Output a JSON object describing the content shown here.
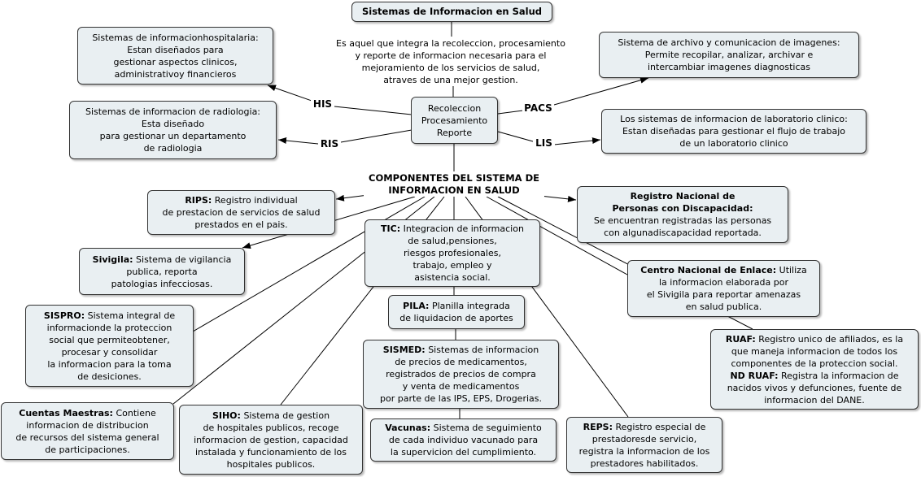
{
  "title": "Sistemas de Informacion en Salud",
  "definition": [
    "Es aquel que integra la recoleccion, procesamiento",
    "y reporte de informacion necesaria para el",
    "mejoramiento de los servicios de salud,",
    "atraves de una mejor gestion."
  ],
  "center_node": [
    "Recoleccion",
    "Procesamiento",
    "Reporte"
  ],
  "edge_labels": {
    "his": "HIS",
    "pacs": "PACS",
    "ris": "RIS",
    "lis": "LIS"
  },
  "systems": {
    "his": [
      "Sistemas de informacionhospitalaria:",
      "Estan diseñados para",
      "gestionar aspectos clinicos,",
      "administrativoy financieros"
    ],
    "ris": [
      "Sistemas de informacion de radiologia:",
      "Esta diseñado",
      "para gestionar un departamento",
      "de radiologia"
    ],
    "pacs": [
      "Sistema de archivo y comunicacion de imagenes:",
      "Permite recopilar, analizar, archivar e",
      "intercambiar imagenes diagnosticas"
    ],
    "lis": [
      "Los sistemas de informacion de laboratorio clinico:",
      "Estan diseñadas para gestionar el flujo de trabajo",
      "de un laboratorio clinico"
    ]
  },
  "components_heading": [
    "COMPONENTES DEL SISTEMA DE",
    "INFORMACION EN SALUD"
  ],
  "components": {
    "rips": {
      "lead": "RIPS:",
      "lines": [
        "Registro individual",
        "de prestacion de servicios de salud",
        "prestados en el pais."
      ]
    },
    "registro_nacional": {
      "heading": [
        "Registro Nacional de",
        "Personas con Discapacidad:"
      ],
      "lines": [
        "Se encuentran registradas las personas",
        "con algunadiscapacidad reportada."
      ]
    },
    "sivigila": {
      "lead": "Sivigila:",
      "lines": [
        "Sistema de vigilancia",
        "publica, reporta",
        "patologias infecciosas."
      ]
    },
    "tic": {
      "lead": "TIC:",
      "lines": [
        "Integracion de informacion",
        "de salud,pensiones,",
        "riesgos profesionales,",
        "trabajo, empleo y",
        "asistencia social."
      ]
    },
    "centro_nacional": {
      "lead": "Centro Nacional de Enlace:",
      "lines": [
        "Utiliza",
        "la informacion elaborada por",
        "el Sivigila para reportar amenazas",
        "en salud publica."
      ]
    },
    "sispro": {
      "lead": "SISPRO:",
      "lines": [
        "Sistema integral de",
        "informacionde la proteccion",
        "social que permiteobtener,",
        "procesar y consolidar",
        "la informacion para la toma",
        "de desiciones."
      ]
    },
    "pila": {
      "lead": "PILA:",
      "lines": [
        "Planilla integrada",
        "de liquidacion de aportes"
      ]
    },
    "ruaf": {
      "lead": "RUAF:",
      "lines": [
        "Registro unico de afiliados, es la",
        "que maneja informacion de todos los",
        "componentes de la proteccion social."
      ],
      "lead2": "ND RUAF:",
      "lines2": [
        "Registra la informacion de",
        "nacidos vivos y defunciones, fuente de",
        "informacion del DANE."
      ]
    },
    "sismed": {
      "lead": "SISMED:",
      "lines": [
        "Sistemas de informacion",
        "de precios de medicamentos,",
        "registrados de precios de compra",
        "y venta de medicamentos",
        "por parte de las IPS, EPS, Drogerias."
      ]
    },
    "cuentas_maestras": {
      "lead": "Cuentas Maestras:",
      "lines": [
        "Contiene",
        "informacion de distribucion",
        "de recursos del sistema general",
        "de participaciones."
      ]
    },
    "siho": {
      "lead": "SIHO:",
      "lines": [
        "Sistema de gestion",
        "de hospitales publicos, recoge",
        "informacion de gestion, capacidad",
        "instalada y funcionamiento de los",
        "hospitales publicos."
      ]
    },
    "vacunas": {
      "lead": "Vacunas:",
      "lines": [
        "Sistema de seguimiento",
        "de cada individuo vacunado para",
        "la supervicion del cumplimiento."
      ]
    },
    "reps": {
      "lead": "REPS:",
      "lines": [
        "Registro especial de",
        "prestadoresde servicio,",
        "registra la informacion de los",
        "prestadores habilitados."
      ]
    }
  },
  "colors": {
    "node_fill": "#e9eff2",
    "node_border": "#333333",
    "line": "#000000"
  }
}
